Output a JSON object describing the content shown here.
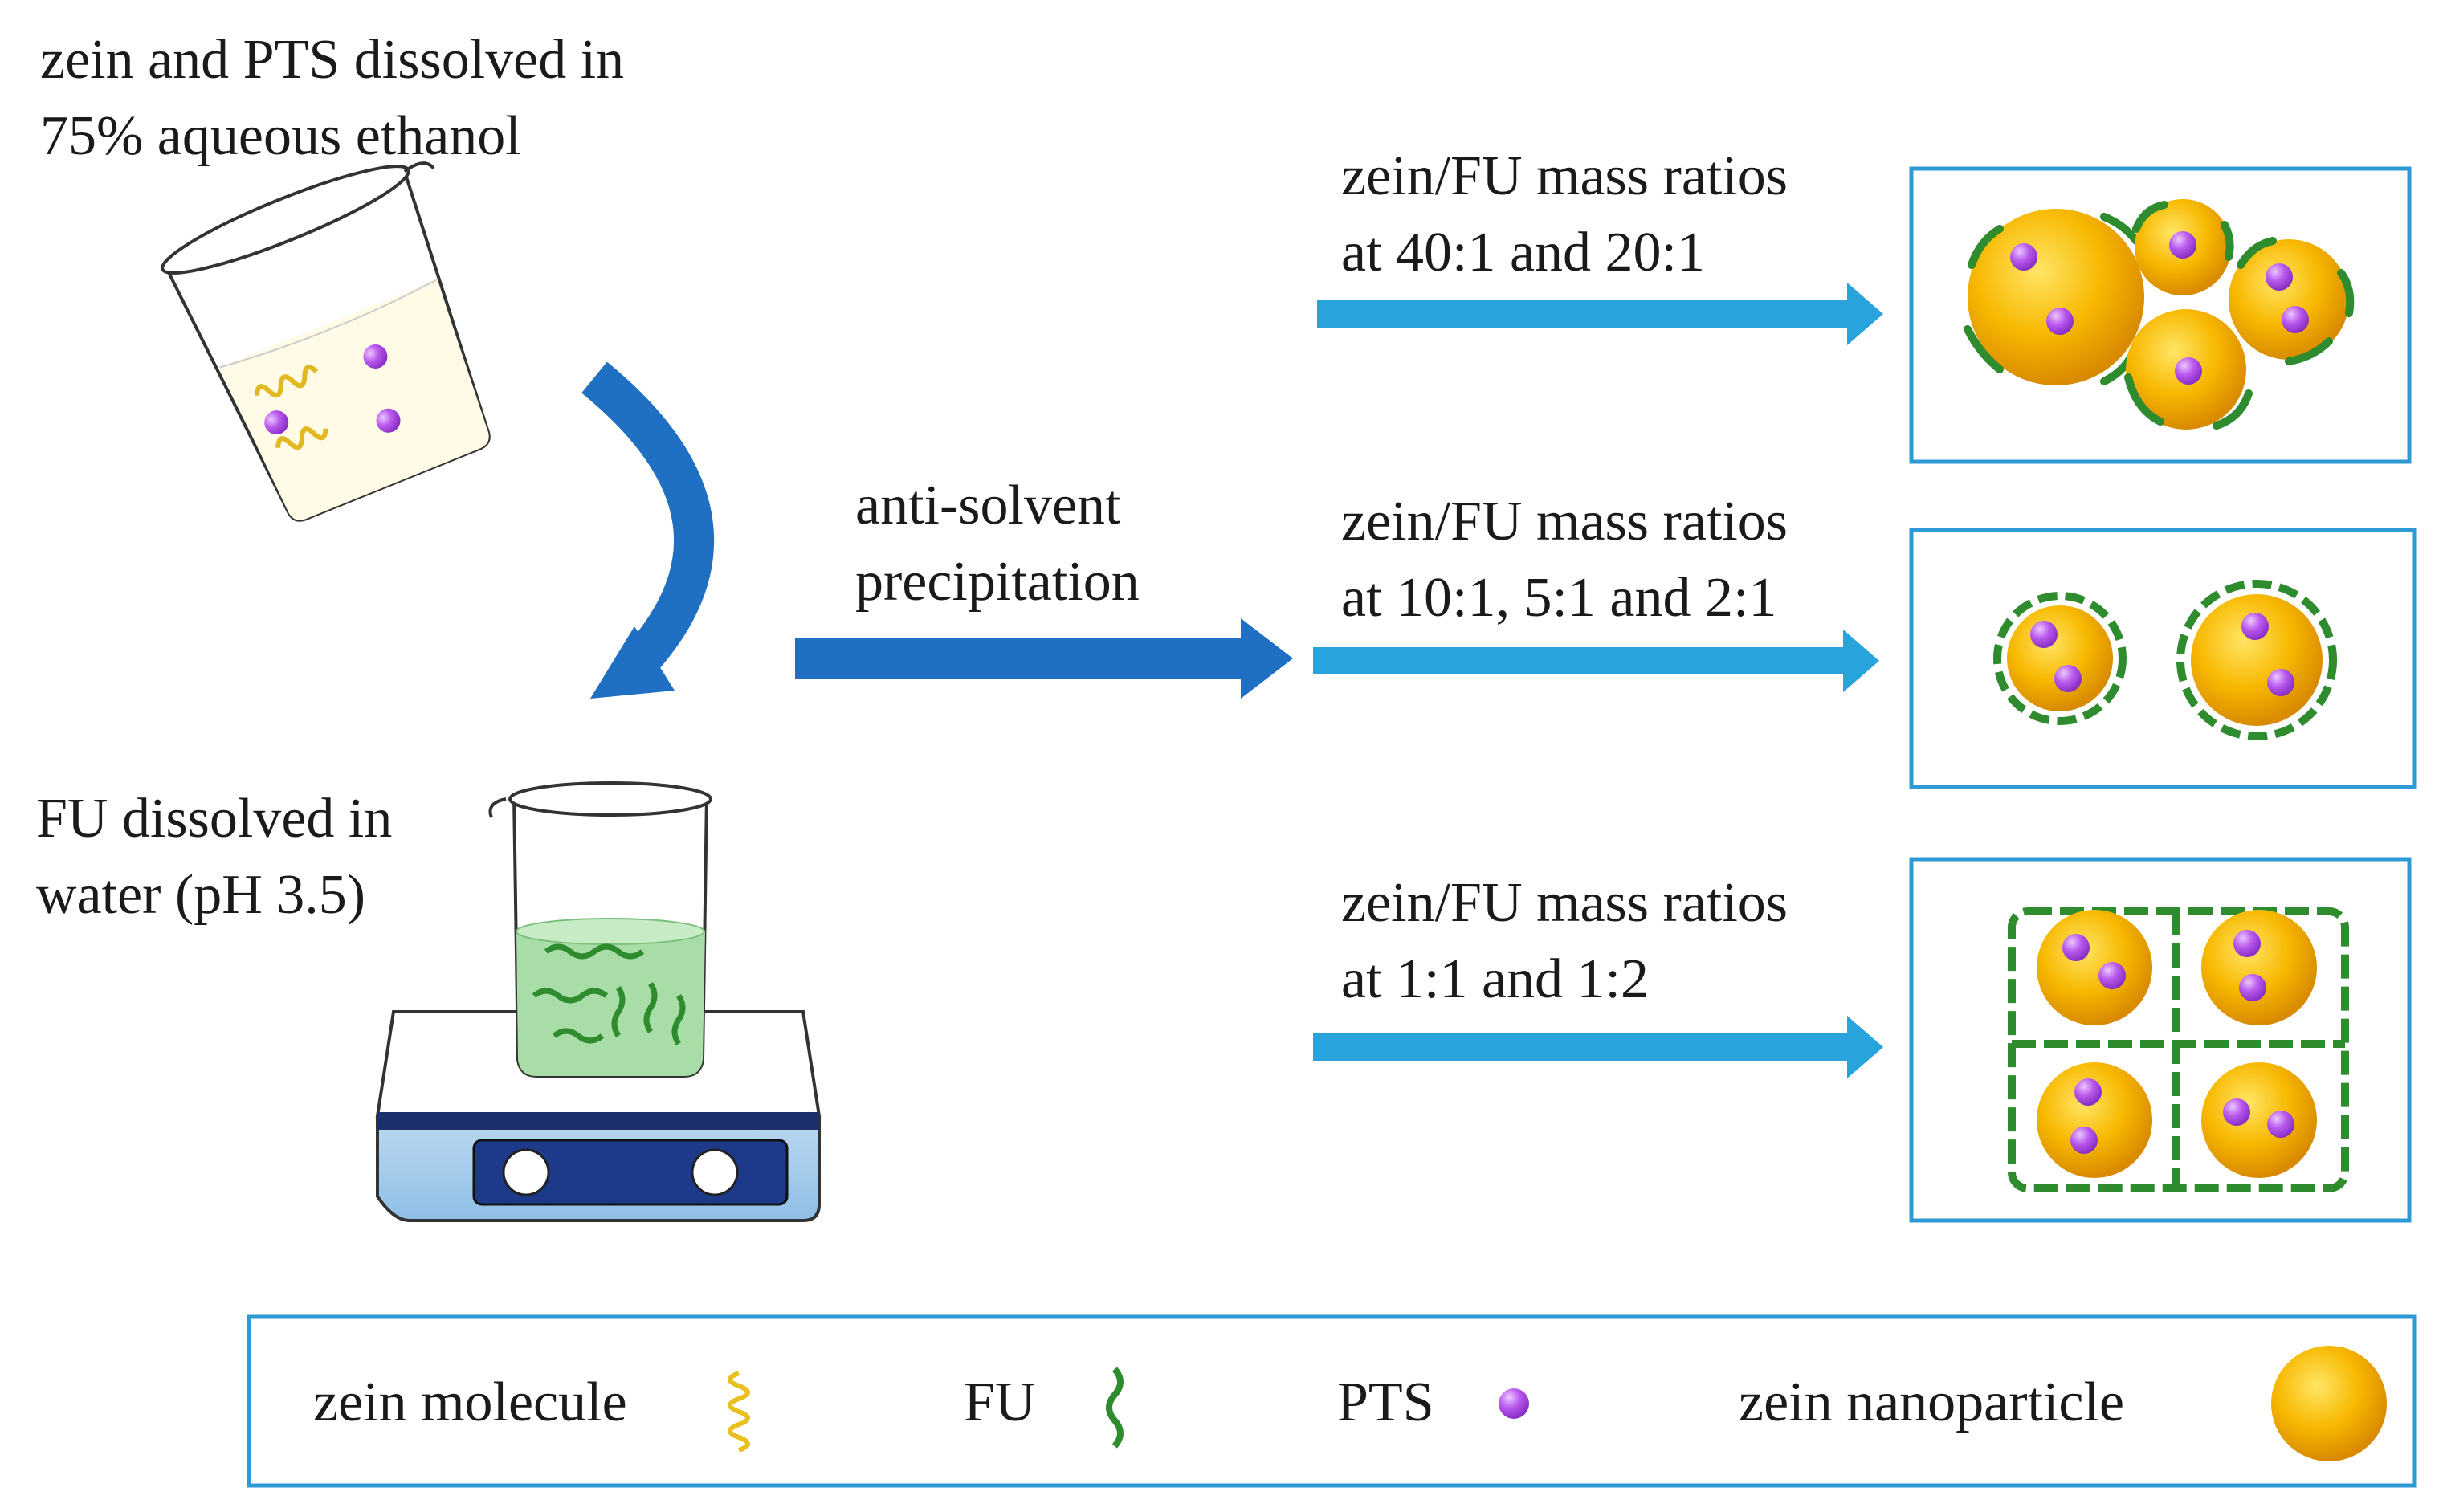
{
  "top_label": {
    "line1": "zein and PTS dissolved in",
    "line2": "75% aqueous ethanol"
  },
  "bottom_label": {
    "line1": "FU dissolved in",
    "line2": "water (pH 3.5)"
  },
  "process_label": {
    "line1": "anti-solvent",
    "line2": "precipitation"
  },
  "branches": [
    {
      "line1": "zein/FU mass ratios",
      "line2": "at 40:1 and 20:1"
    },
    {
      "line1": "zein/FU mass ratios",
      "line2": "at 10:1, 5:1 and 2:1"
    },
    {
      "line1": "zein/FU mass ratios",
      "line2": "at 1:1  and 1:2"
    }
  ],
  "legend": {
    "zein_molecule": "zein molecule",
    "fu": "FU",
    "pts": "PTS",
    "zein_nanoparticle": "zein nanoparticle"
  },
  "colors": {
    "light_arrow": "#29a3dc",
    "dark_arrow": "#1f6fc2",
    "frame": "#2d9ad6",
    "nanoparticle": "#f5b400",
    "pts": "#b14fe8",
    "fu": "#2e8b2e",
    "zein_molecule": "#e8c020"
  },
  "icons": [
    "beaker-icon",
    "stirrer-icon",
    "curved-arrow-icon"
  ]
}
